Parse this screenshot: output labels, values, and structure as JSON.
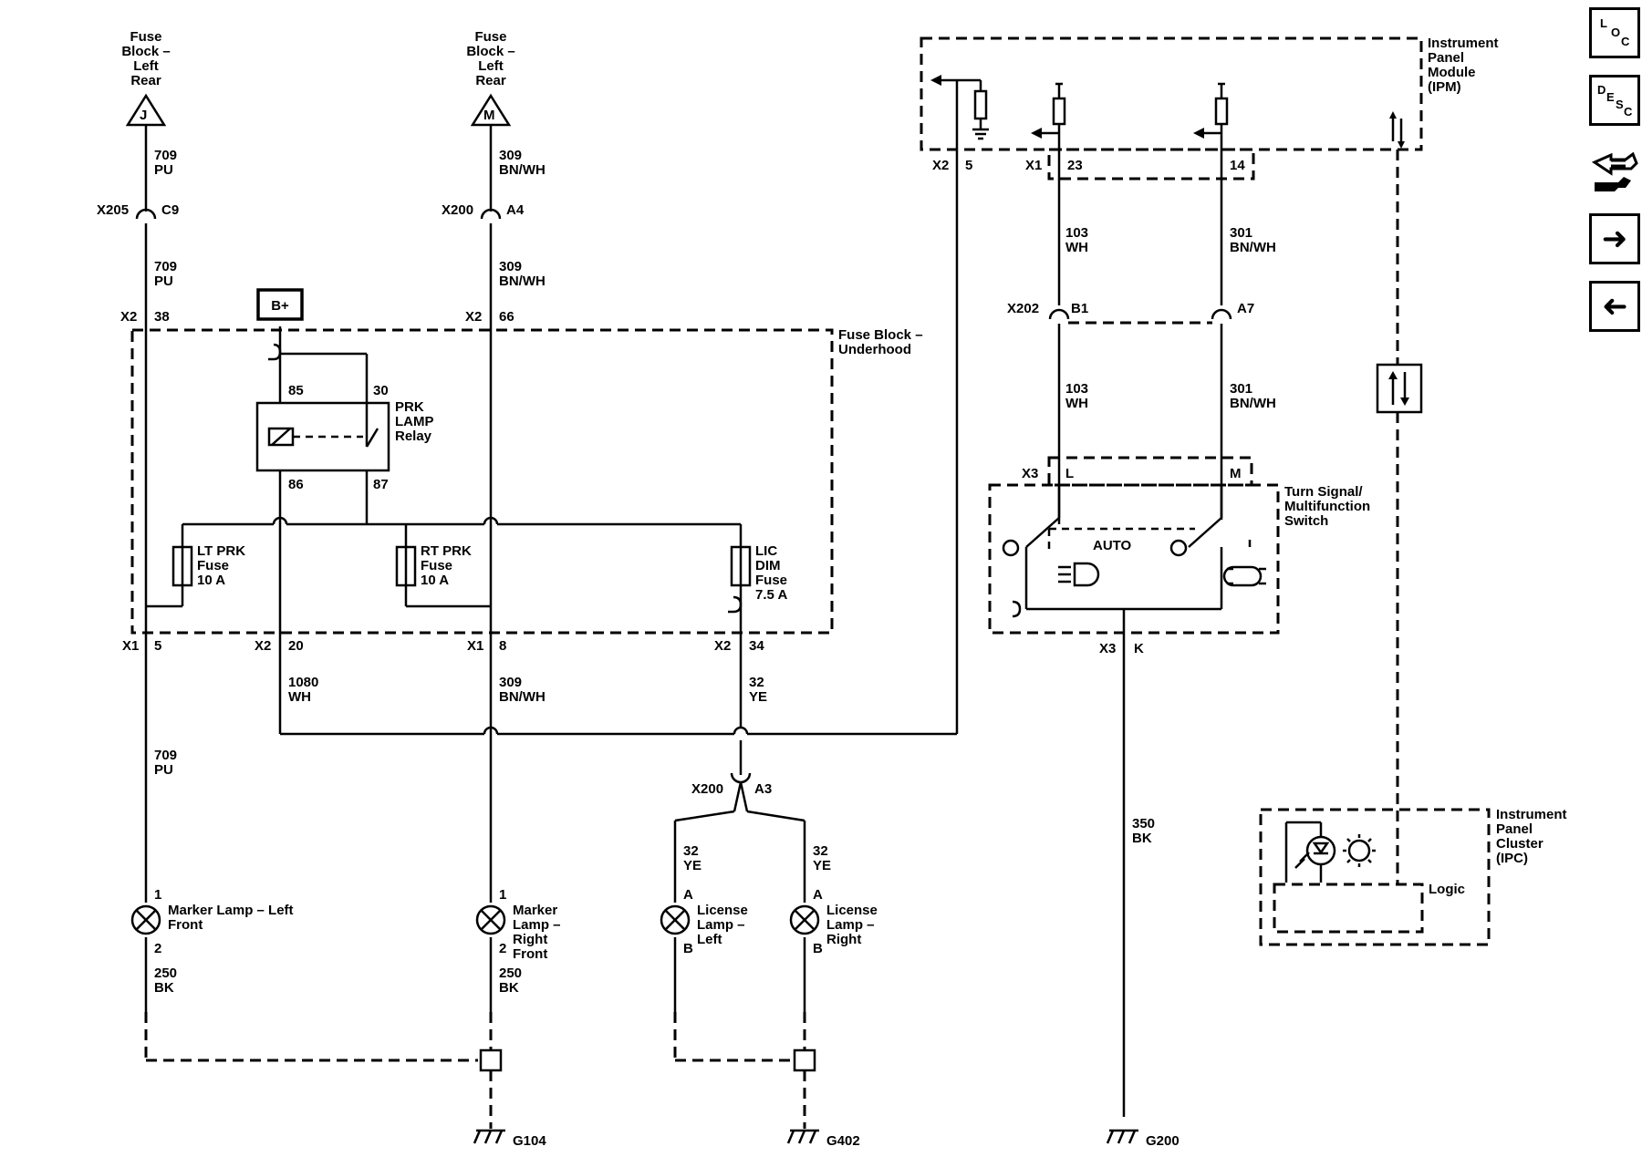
{
  "nav": {
    "loc": [
      "L",
      "O",
      "C"
    ],
    "desc": [
      "D",
      "E",
      "S",
      "C"
    ],
    "icons": [
      "loc-icon",
      "desc-icon",
      "connector-wrench-icon",
      "next-arrow-icon",
      "prev-arrow-icon"
    ]
  },
  "fuse_sources": [
    {
      "label": [
        "Fuse",
        "Block –",
        "Left",
        "Rear"
      ],
      "pin": "J"
    },
    {
      "label": [
        "Fuse",
        "Block –",
        "Left",
        "Rear"
      ],
      "pin": "M"
    }
  ],
  "bplus": "B+",
  "modules": {
    "fuse_block_underhood": [
      "Fuse Block –",
      "Underhood"
    ],
    "ipm": [
      "Instrument",
      "Panel",
      "Module",
      "(IPM)"
    ],
    "ipc": [
      "Instrument",
      "Panel",
      "Cluster",
      "(IPC)"
    ],
    "ipc_logic": "Logic",
    "turn_signal": [
      "Turn Signal/",
      "Multifunction",
      "Switch"
    ],
    "switch_auto": "AUTO"
  },
  "relay": {
    "label": [
      "PRK",
      "LAMP",
      "Relay"
    ],
    "pins": [
      "85",
      "30",
      "86",
      "87"
    ]
  },
  "fuses": [
    {
      "label": [
        "LT PRK",
        "Fuse",
        "10 A"
      ]
    },
    {
      "label": [
        "RT PRK",
        "Fuse",
        "10 A"
      ]
    },
    {
      "label": [
        "LIC",
        "DIM",
        "Fuse",
        "7.5 A"
      ]
    }
  ],
  "connectors": [
    {
      "name": "X205",
      "pin": "C9"
    },
    {
      "name": "X200",
      "pin": "A4"
    },
    {
      "name": "X2",
      "pin": "38"
    },
    {
      "name": "X2",
      "pin": "66"
    },
    {
      "name": "X1",
      "pin": "5"
    },
    {
      "name": "X2",
      "pin": "20"
    },
    {
      "name": "X1",
      "pin": "8"
    },
    {
      "name": "X2",
      "pin": "34"
    },
    {
      "name": "X200",
      "pin": "A3"
    },
    {
      "name": "X2",
      "pin": "5"
    },
    {
      "name": "X1",
      "pin": "23"
    },
    {
      "name": "",
      "pin": "14"
    },
    {
      "name": "X202",
      "pin": "B1"
    },
    {
      "name": "",
      "pin": "A7"
    },
    {
      "name": "X3",
      "pin": "L"
    },
    {
      "name": "",
      "pin": "M"
    },
    {
      "name": "X3",
      "pin": "K"
    }
  ],
  "wires": [
    {
      "circuit": "709",
      "color": "PU"
    },
    {
      "circuit": "309",
      "color": "BN/WH"
    },
    {
      "circuit": "709",
      "color": "PU"
    },
    {
      "circuit": "309",
      "color": "BN/WH"
    },
    {
      "circuit": "1080",
      "color": "WH"
    },
    {
      "circuit": "309",
      "color": "BN/WH"
    },
    {
      "circuit": "32",
      "color": "YE"
    },
    {
      "circuit": "709",
      "color": "PU"
    },
    {
      "circuit": "32",
      "color": "YE"
    },
    {
      "circuit": "32",
      "color": "YE"
    },
    {
      "circuit": "250",
      "color": "BK"
    },
    {
      "circuit": "250",
      "color": "BK"
    },
    {
      "circuit": "103",
      "color": "WH"
    },
    {
      "circuit": "301",
      "color": "BN/WH"
    },
    {
      "circuit": "103",
      "color": "WH"
    },
    {
      "circuit": "301",
      "color": "BN/WH"
    },
    {
      "circuit": "350",
      "color": "BK"
    }
  ],
  "lamps": [
    {
      "label": [
        "Marker Lamp – Left",
        "Front"
      ],
      "pin_top": "1",
      "pin_bottom": "2"
    },
    {
      "label": [
        "Marker",
        "Lamp –",
        "Right",
        "Front"
      ],
      "pin_top": "1",
      "pin_bottom": "2"
    },
    {
      "label": [
        "License",
        "Lamp –",
        "Left"
      ],
      "pin_top": "A",
      "pin_bottom": "B"
    },
    {
      "label": [
        "License",
        "Lamp –",
        "Right"
      ],
      "pin_top": "A",
      "pin_bottom": "B"
    }
  ],
  "grounds": [
    "G104",
    "G402",
    "G200"
  ]
}
